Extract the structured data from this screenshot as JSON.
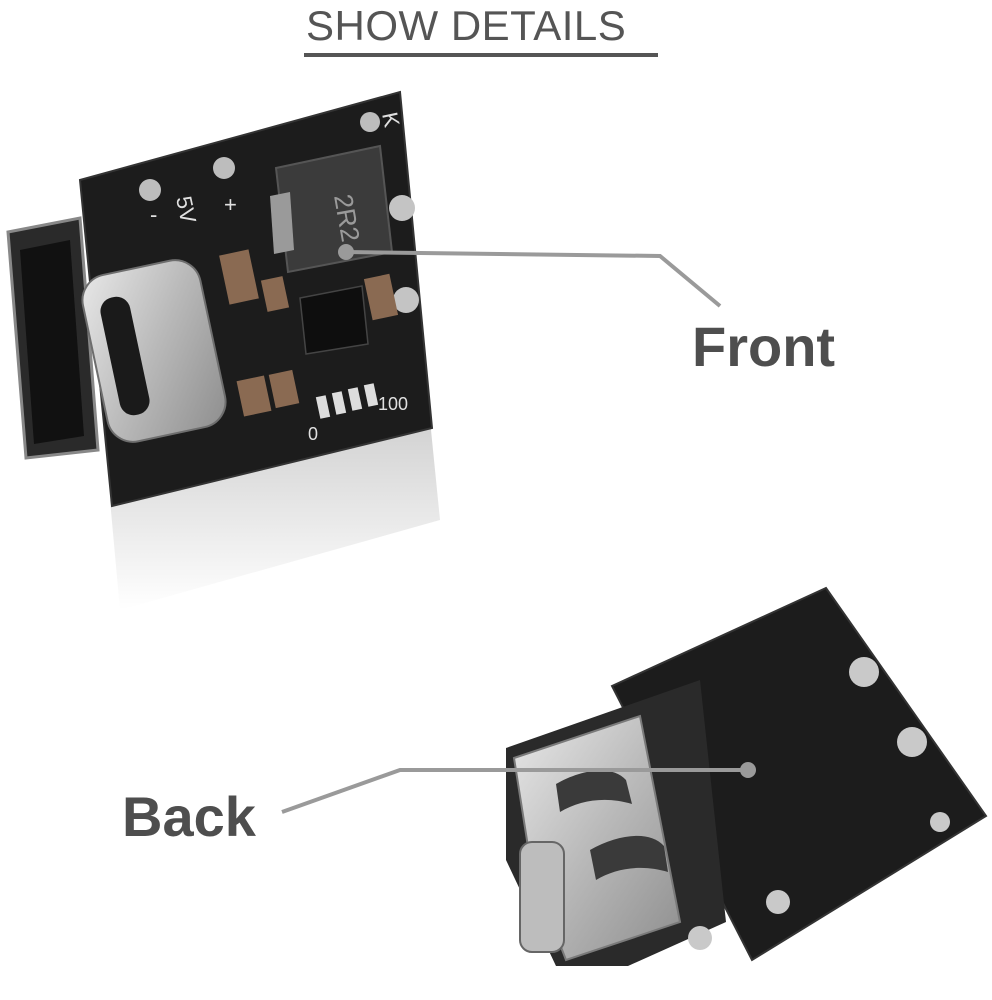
{
  "header": {
    "title": "SHOW DETAILS"
  },
  "callouts": {
    "front_label": "Front",
    "back_label": "Back"
  },
  "board_markings": {
    "voltage": "5V",
    "plus": "+",
    "minus": "-",
    "inductor_code": "2R2",
    "k_mark": "K",
    "led_start": "0",
    "led_end": "100"
  },
  "colors": {
    "pcb": "#1a1a1a",
    "silver": "#c9c9c9",
    "text_gray": "#4e4e4e",
    "leader_line": "#9a9a9a"
  }
}
